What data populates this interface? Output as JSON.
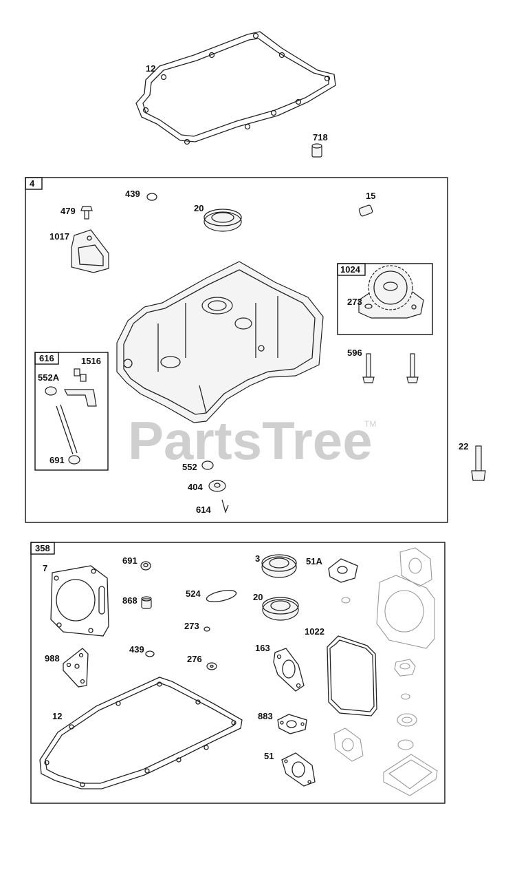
{
  "watermark": {
    "text": "PartsTree",
    "trademark": "TM"
  },
  "groups": {
    "g4": "4",
    "g616": "616",
    "g1024": "1024",
    "g358": "358"
  },
  "labels": {
    "top": {
      "p12": "12",
      "p718": "718"
    },
    "box4": {
      "p439": "439",
      "p479": "479",
      "p20": "20",
      "p15": "15",
      "p1017": "1017",
      "p273": "273",
      "p596": "596",
      "p1516": "1516",
      "p552A": "552A",
      "p691": "691",
      "p552": "552",
      "p404": "404",
      "p614": "614"
    },
    "side": {
      "p22": "22"
    },
    "box358": {
      "p7": "7",
      "p691": "691",
      "p868": "868",
      "p524": "524",
      "p273": "273",
      "p439": "439",
      "p276": "276",
      "p988": "988",
      "p12": "12",
      "p3": "3",
      "p51A": "51A",
      "p20": "20",
      "p1022": "1022",
      "p163": "163",
      "p883": "883",
      "p51": "51"
    }
  }
}
